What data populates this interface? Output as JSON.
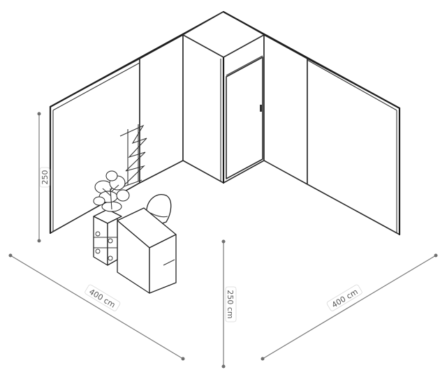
{
  "dimensions": {
    "height_left": "250",
    "width_left": "400 cm",
    "height_center": "250 cm",
    "width_right": "400 cm"
  }
}
